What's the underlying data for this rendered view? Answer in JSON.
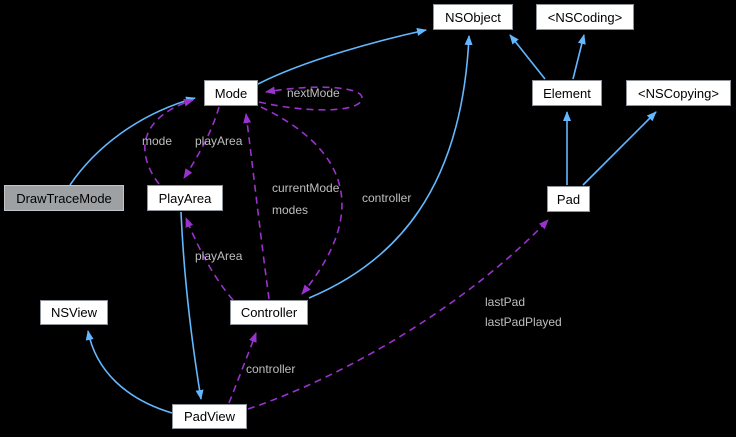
{
  "diagram": {
    "kind": "class-collaboration-graph",
    "background": "#000000",
    "colors": {
      "inheritance_edge": "#63b8ff",
      "usage_edge": "#9a32cd",
      "edge_label_text": "#bfbfbf",
      "node_fill": "#ffffff",
      "node_border": "#8e9499",
      "highlight_node_fill": "#9ea1a4",
      "node_text": "#000000"
    },
    "nodes": [
      {
        "id": "nsobject",
        "label": "NSObject"
      },
      {
        "id": "nscoding",
        "label": "<NSCoding>"
      },
      {
        "id": "mode",
        "label": "Mode"
      },
      {
        "id": "element",
        "label": "Element"
      },
      {
        "id": "nscopying",
        "label": "<NSCopying>"
      },
      {
        "id": "drawtracemode",
        "label": "DrawTraceMode",
        "highlighted": true
      },
      {
        "id": "playarea",
        "label": "PlayArea"
      },
      {
        "id": "pad",
        "label": "Pad"
      },
      {
        "id": "nsview",
        "label": "NSView"
      },
      {
        "id": "controller",
        "label": "Controller"
      },
      {
        "id": "padview",
        "label": "PadView"
      }
    ],
    "edges": [
      {
        "from": "DrawTraceMode",
        "to": "Mode",
        "type": "inheritance"
      },
      {
        "from": "Mode",
        "to": "NSObject",
        "type": "inheritance"
      },
      {
        "from": "Controller",
        "to": "NSObject",
        "type": "inheritance"
      },
      {
        "from": "Element",
        "to": "NSObject",
        "type": "inheritance"
      },
      {
        "from": "Element",
        "to": "<NSCoding>",
        "type": "inheritance"
      },
      {
        "from": "Pad",
        "to": "Element",
        "type": "inheritance"
      },
      {
        "from": "Pad",
        "to": "<NSCopying>",
        "type": "inheritance"
      },
      {
        "from": "PadView",
        "to": "NSView",
        "type": "inheritance"
      },
      {
        "from": "PlayArea",
        "to": "PadView",
        "type": "inheritance"
      },
      {
        "from": "Mode",
        "to": "Mode",
        "type": "usage",
        "label": "nextMode"
      },
      {
        "from": "PlayArea",
        "to": "Mode",
        "type": "usage",
        "label": "mode"
      },
      {
        "from": "Mode",
        "to": "PlayArea",
        "type": "usage",
        "label": "playArea"
      },
      {
        "from": "Controller",
        "to": "Mode",
        "type": "usage",
        "label": "currentMode modes"
      },
      {
        "from": "Mode",
        "to": "Controller",
        "type": "usage",
        "label": "controller"
      },
      {
        "from": "Controller",
        "to": "PlayArea",
        "type": "usage",
        "label": "playArea"
      },
      {
        "from": "PadView",
        "to": "Controller",
        "type": "usage",
        "label": "controller"
      },
      {
        "from": "PadView",
        "to": "Pad",
        "type": "usage",
        "label": "lastPad lastPadPlayed"
      }
    ],
    "edge_labels": [
      {
        "text": "nextMode"
      },
      {
        "text": "mode"
      },
      {
        "text": "playArea"
      },
      {
        "text": "currentMode"
      },
      {
        "text": "modes"
      },
      {
        "text": "controller"
      },
      {
        "text": "playArea"
      },
      {
        "text": "controller"
      },
      {
        "text": "lastPad"
      },
      {
        "text": "lastPadPlayed"
      }
    ]
  }
}
